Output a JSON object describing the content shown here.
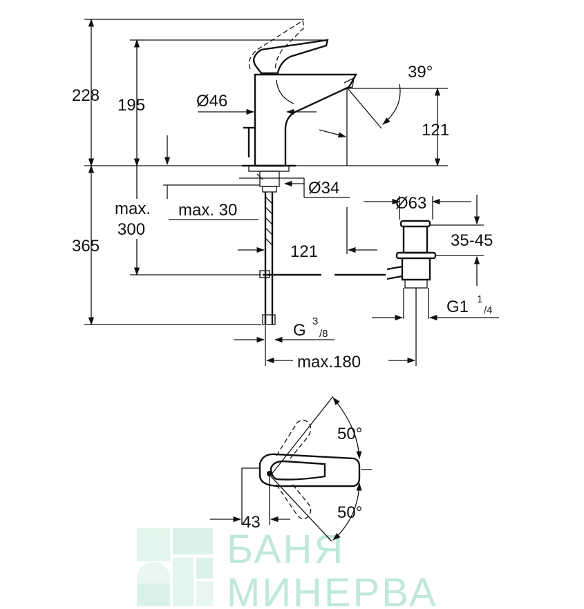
{
  "dimensions": {
    "d228": "228",
    "d195": "195",
    "d46": "Ø46",
    "d39": "39°",
    "d121_height": "121",
    "d34": "Ø34",
    "max300_line1": "max.",
    "max300_line2": "300",
    "max30": "max. 30",
    "d365": "365",
    "d121_distance": "121",
    "d63": "Ø63",
    "d35_45": "35-45",
    "g1": "G1",
    "g1_sup": "1",
    "g1_sub": "/4",
    "g38": "G",
    "g38_sup": "3",
    "g38_sub": "/8",
    "max180": "max.180",
    "d50_top": "50°",
    "d50_bottom": "50°",
    "d43": "43"
  },
  "watermark": {
    "line1": "БАНЯ",
    "line2": "МИНЕРВА",
    "color": "#bfe8d8"
  }
}
